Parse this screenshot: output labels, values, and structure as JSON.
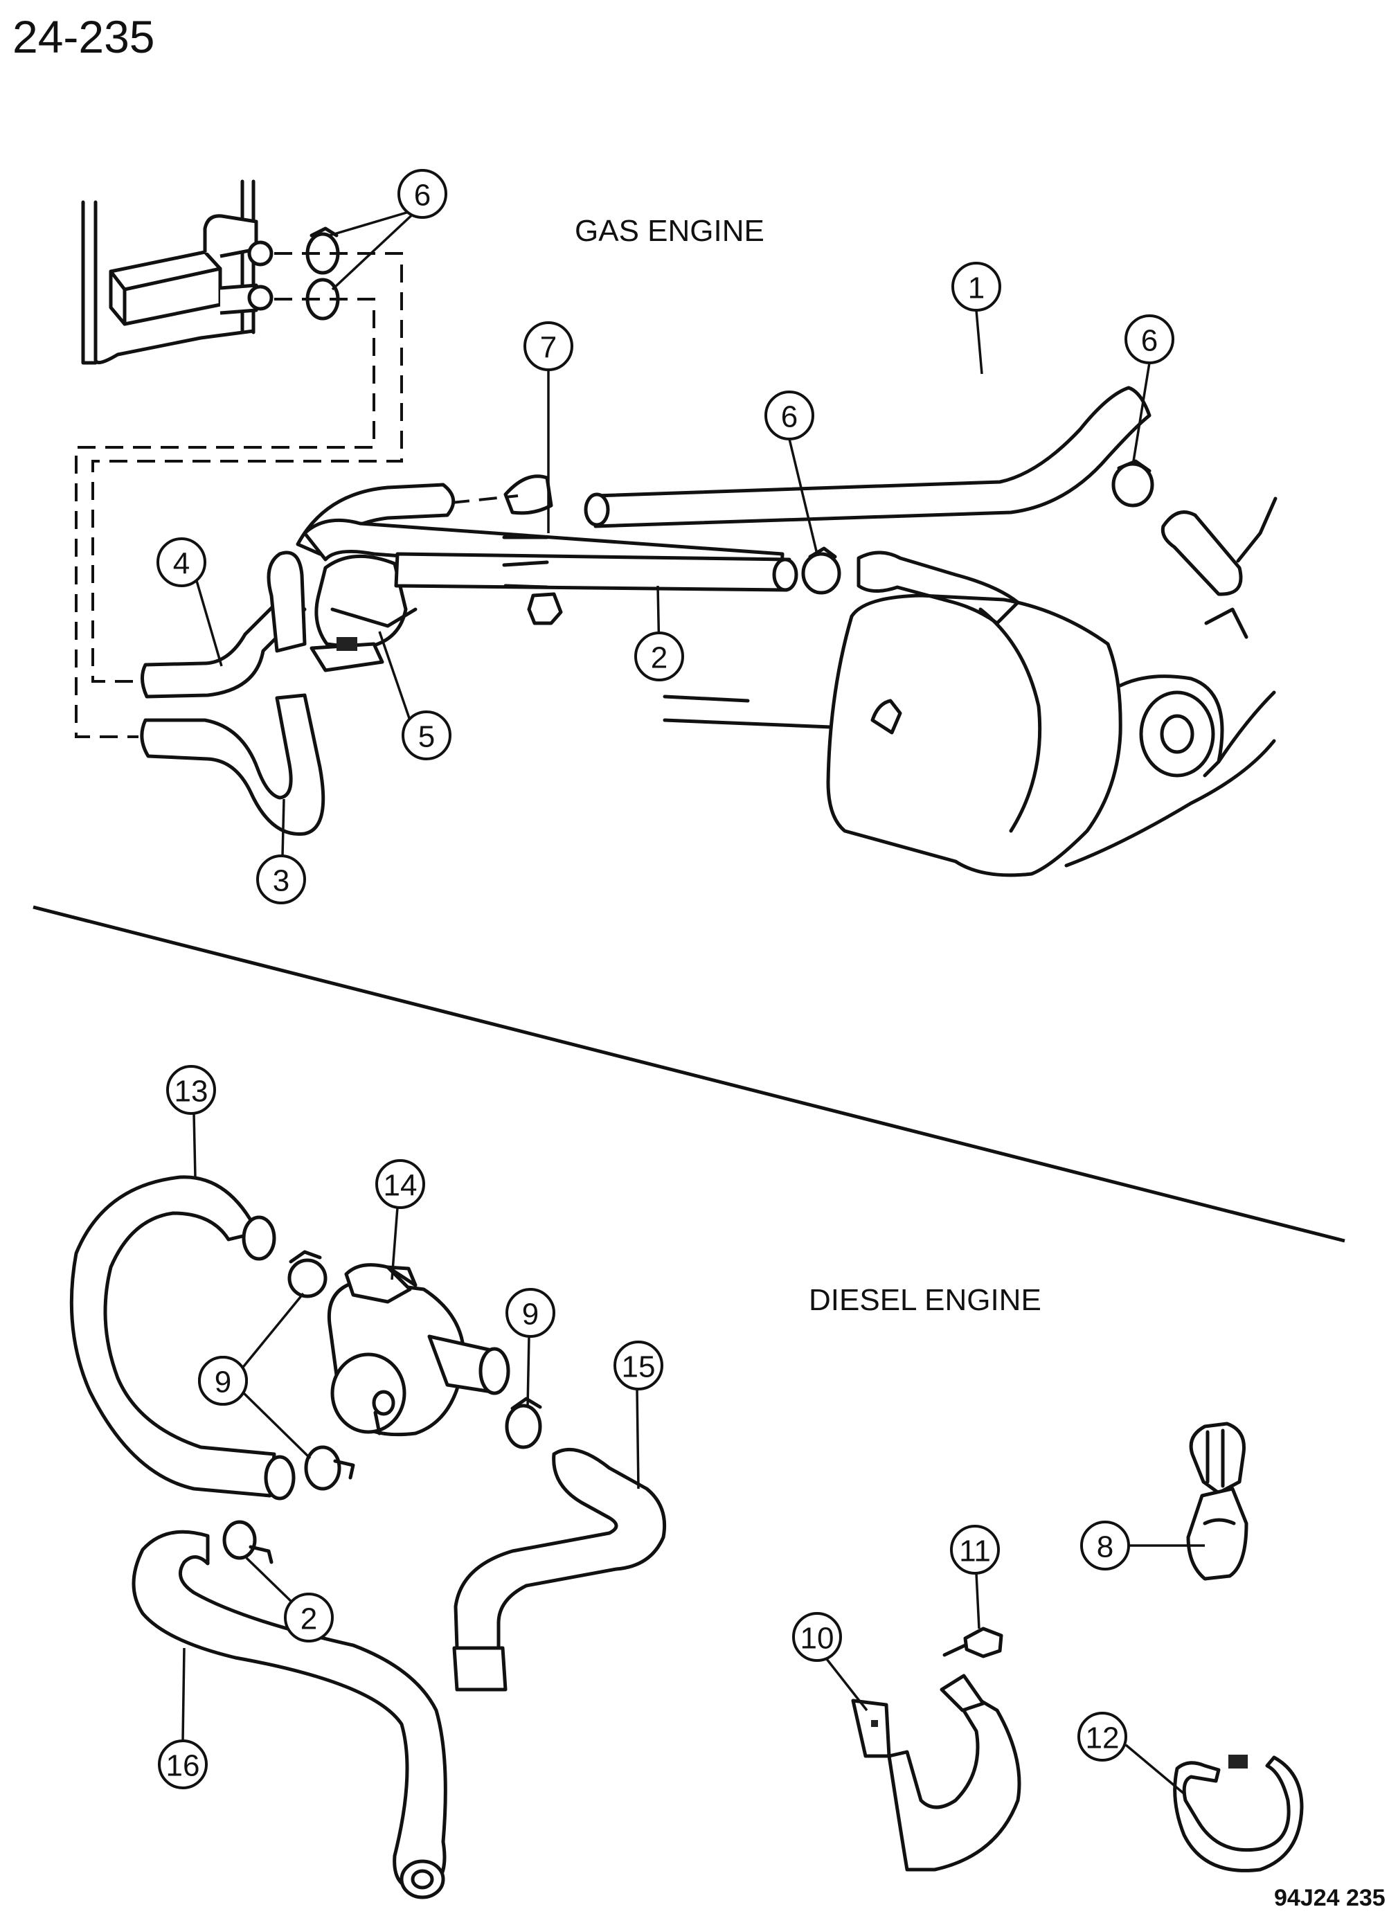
{
  "page_ref": "24-235",
  "figure_code": "94J24 235",
  "sections": {
    "gas_engine": "GAS ENGINE",
    "diesel_engine": "DIESEL ENGINE"
  },
  "callouts": {
    "gas": {
      "c1": "1",
      "c2": "2",
      "c3": "3",
      "c4": "4",
      "c5": "5",
      "c6a": "6",
      "c6b": "6",
      "c6c": "6",
      "c7": "7"
    },
    "diesel": {
      "c2": "2",
      "c8": "8",
      "c9a": "9",
      "c9b": "9",
      "c9c": "9",
      "c10": "10",
      "c11": "11",
      "c12": "12",
      "c13": "13",
      "c14": "14",
      "c15": "15",
      "c16": "16"
    }
  }
}
